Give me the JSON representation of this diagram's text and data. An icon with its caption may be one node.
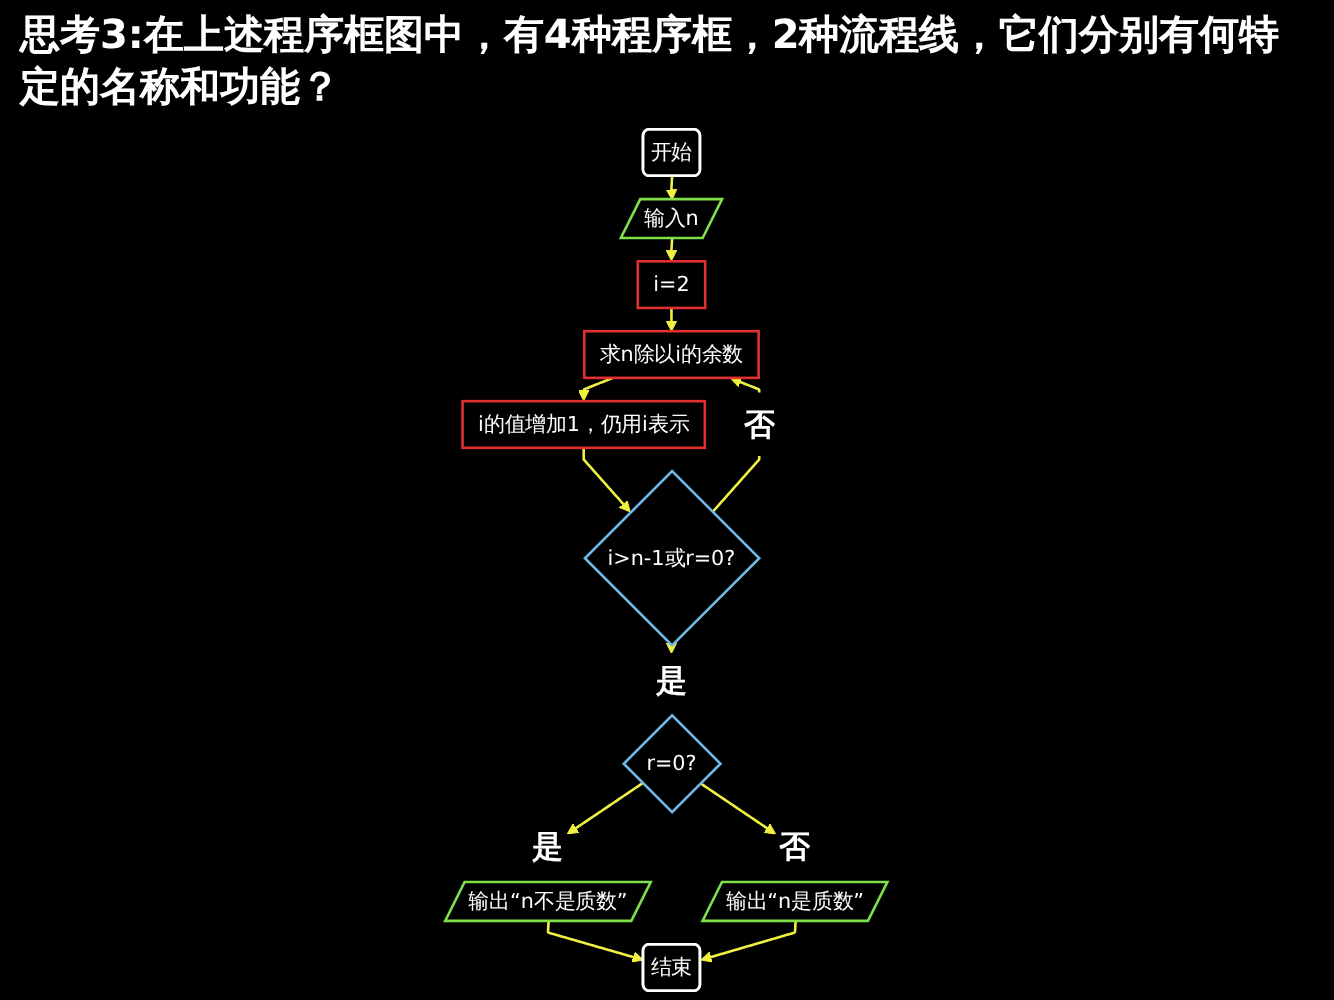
{
  "diagram": {
    "title": "思考3:在上述程序框图中，有4种程序框，2种流程线，它们分别有何特定的名称和功能？",
    "nodes": [
      {
        "text": [
          "开始"
        ]
      },
      {
        "text": [
          "输入n"
        ]
      },
      {
        "text": [
          "i=2"
        ]
      },
      {
        "text": [
          "求n除以i的余数"
        ]
      },
      {
        "text": [
          "i的值增加1，仍用i表示"
        ]
      },
      {
        "text": [
          "i>n-1或r=0?"
        ]
      },
      {
        "text": [
          "r=0?"
        ]
      },
      {
        "text": [
          "输出“n不是质数”"
        ]
      },
      {
        "text": [
          "输出“n是质数”"
        ]
      },
      {
        "text": [
          "结束"
        ]
      }
    ],
    "edges": [
      {
        "from": 0,
        "to": 1,
        "arrow": "to"
      },
      {
        "from": 1,
        "to": 2,
        "arrow": "to"
      },
      {
        "from": 2,
        "to": 3,
        "arrow": "to"
      },
      {
        "from": 3,
        "to": 4,
        "arrow": "to"
      },
      {
        "from": 4,
        "to": 5,
        "arrow": "to"
      },
      {
        "from": 5,
        "to": 3,
        "arrow": "to",
        "label": "否"
      },
      {
        "from": 5,
        "to": 6,
        "arrow": "to",
        "label": "是"
      },
      {
        "from": 6,
        "to": 7,
        "arrow": "to",
        "label": "是"
      },
      {
        "from": 6,
        "to": 8,
        "arrow": "to",
        "label": "否"
      },
      {
        "from": 7,
        "to": 9,
        "arrow": "to"
      },
      {
        "from": 8,
        "to": 9,
        "arrow": "to"
      }
    ]
  }
}
